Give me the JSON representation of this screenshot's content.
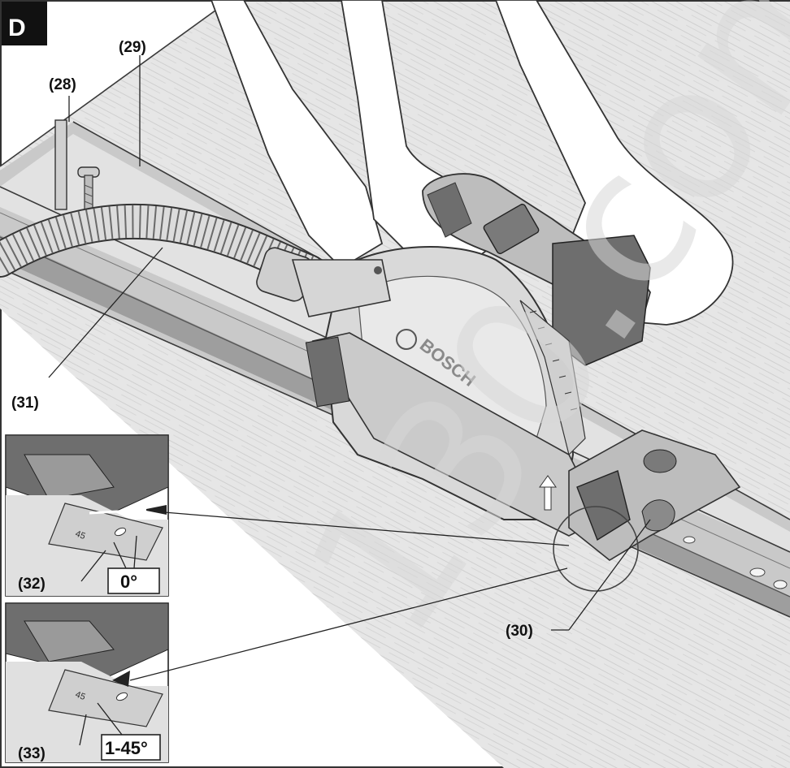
{
  "figure_letter": "D",
  "watermark": "130.com.u",
  "brand": "BOSCH",
  "labels": {
    "l28": "(28)",
    "l29": "(29)",
    "l30": "(30)",
    "l31": "(31)",
    "l32": "(32)",
    "l33": "(33)"
  },
  "insets": {
    "top_value": "0°",
    "bottom_value": "1-45°"
  },
  "colors": {
    "badge": "#111111",
    "line": "#222222",
    "rail": "#bdbdbd",
    "board": "#e6e6e6",
    "saw_body": "#d9d9d9",
    "saw_dark": "#6e6e6e"
  }
}
